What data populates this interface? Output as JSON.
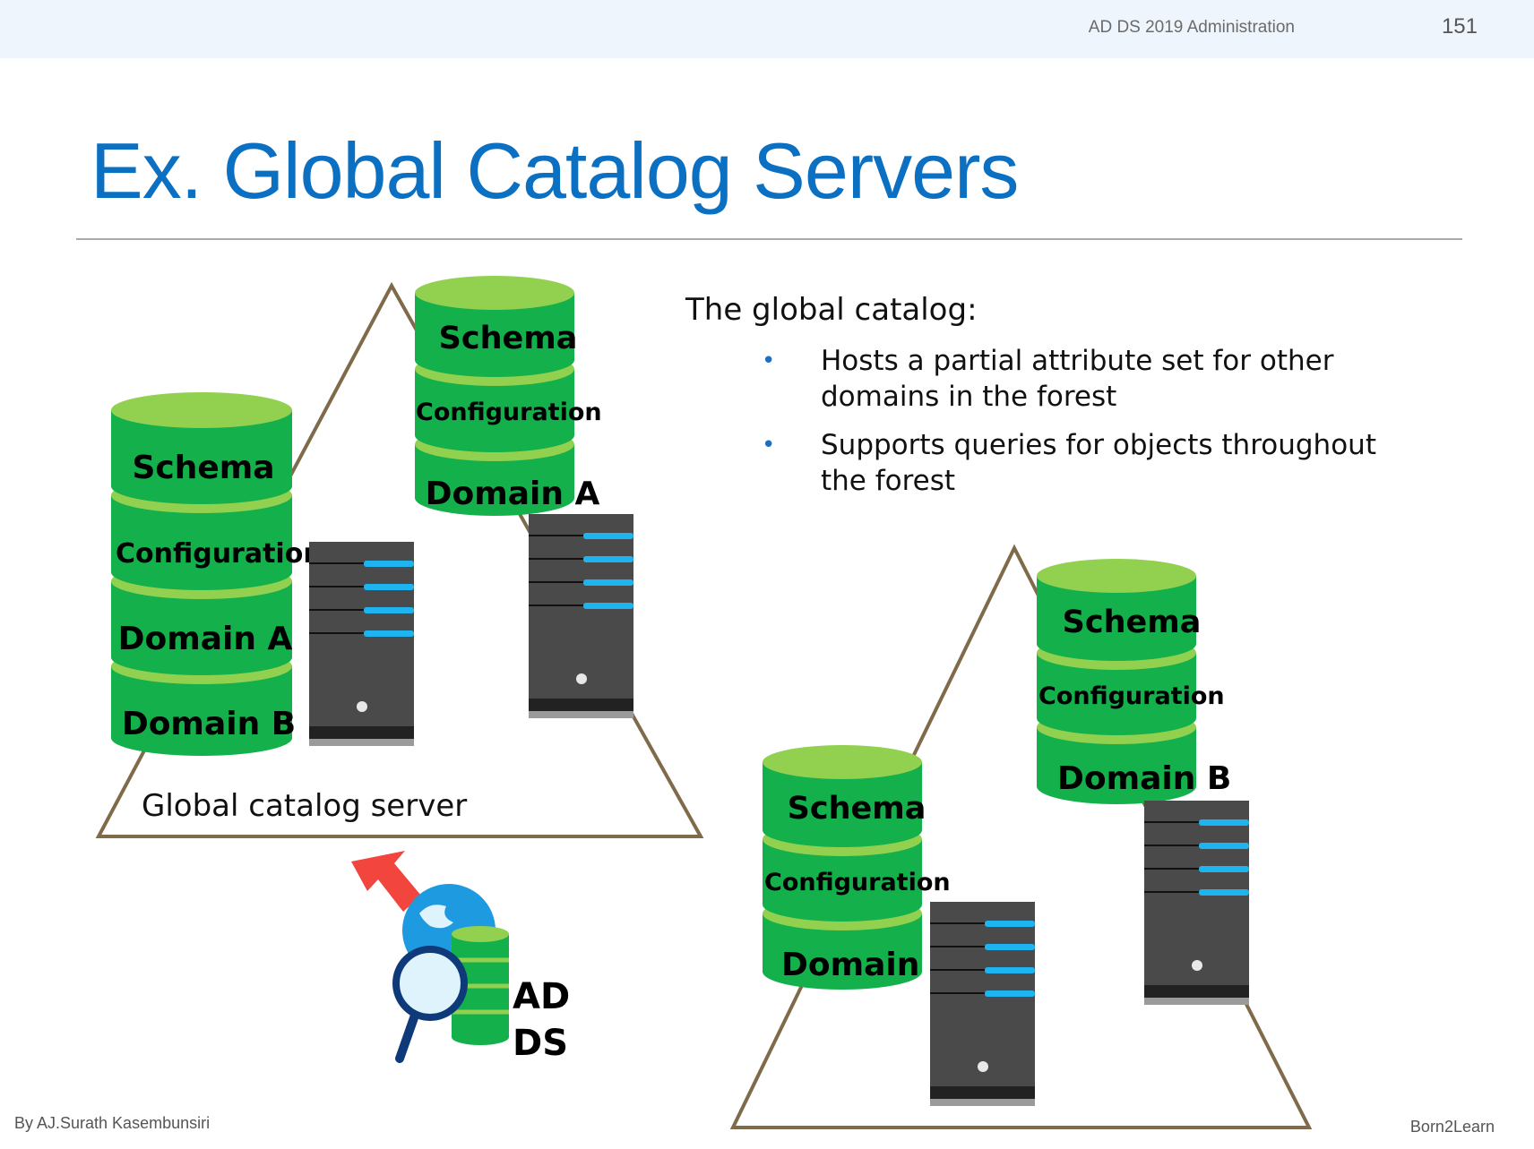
{
  "header": {
    "course": "AD DS 2019 Administration",
    "page_number": "151"
  },
  "title": "Ex. Global Catalog Servers",
  "content": {
    "intro": "The global catalog:",
    "bullets": [
      "Hosts a partial attribute set for other domains in the forest",
      "Supports queries for objects throughout the forest"
    ]
  },
  "diagram": {
    "gc_server_label": "Global catalog server",
    "stacks": {
      "gc": [
        "Schema",
        "Configuration",
        "Domain A",
        "Domain B"
      ],
      "dc_a": [
        "Schema",
        "Configuration",
        "Domain A"
      ],
      "dc_b1": [
        "Schema",
        "Configuration",
        "Domain B"
      ],
      "dc_b2": [
        "Schema",
        "Configuration",
        "Domain B"
      ]
    },
    "ad_label_line1": "AD",
    "ad_label_line2": "DS",
    "colors": {
      "database_green": "#13b04b",
      "database_top": "#92d050",
      "server_body": "#4a4a4a",
      "server_led": "#1eb4f0",
      "triangle": "#7f6a4a",
      "arrow": "#f2453d"
    }
  },
  "footer": {
    "author": "By AJ.Surath Kasembunsiri",
    "brand": "Born2Learn"
  }
}
